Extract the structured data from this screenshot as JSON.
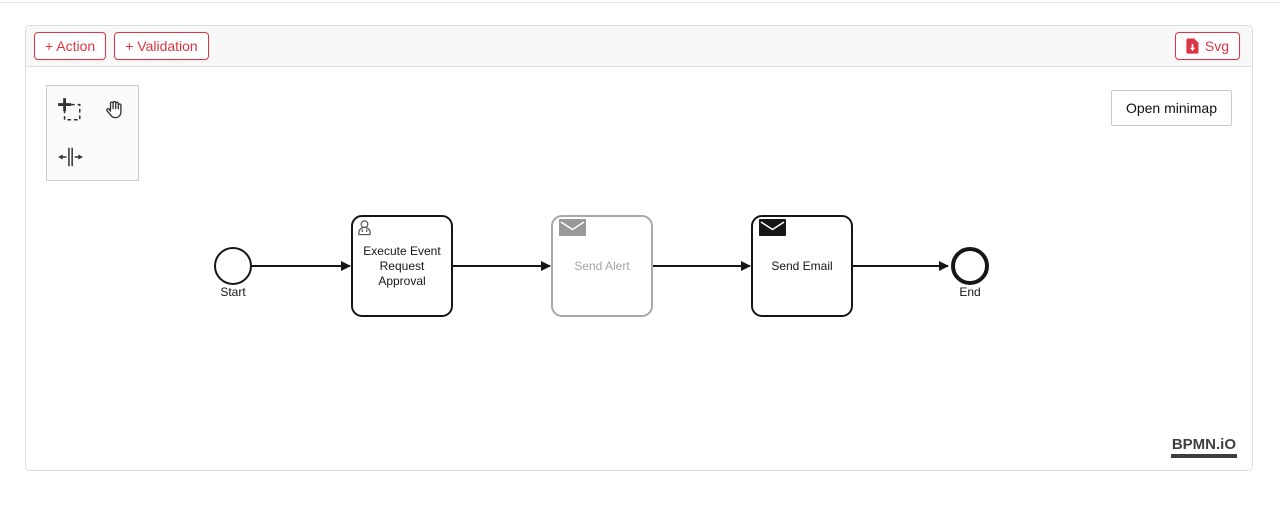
{
  "toolbar": {
    "action_label": "+ Action",
    "validation_label": "+ Validation",
    "export_svg_label": "Svg"
  },
  "palette": {
    "tools": [
      {
        "name": "lasso-tool"
      },
      {
        "name": "hand-tool"
      },
      {
        "name": "space-tool"
      }
    ]
  },
  "canvas": {
    "minimap_button_label": "Open minimap",
    "watermark": "BPMN.iO"
  },
  "diagram": {
    "nodes": [
      {
        "id": "StartEvent",
        "type": "start-event",
        "label": "Start"
      },
      {
        "id": "ExecuteEventRequestApproval",
        "type": "user-task",
        "label": "Execute Event Request Approval",
        "lines": [
          "Execute Event",
          "Request",
          "Approval"
        ],
        "state": "enabled"
      },
      {
        "id": "SendAlert",
        "type": "send-task",
        "label": "Send Alert",
        "state": "disabled"
      },
      {
        "id": "SendEmail",
        "type": "send-task",
        "label": "Send Email",
        "state": "enabled"
      },
      {
        "id": "EndEvent",
        "type": "end-event",
        "label": "End"
      }
    ],
    "flows": [
      {
        "from": "StartEvent",
        "to": "ExecuteEventRequestApproval"
      },
      {
        "from": "ExecuteEventRequestApproval",
        "to": "SendAlert"
      },
      {
        "from": "SendAlert",
        "to": "SendEmail"
      },
      {
        "from": "SendEmail",
        "to": "EndEvent"
      }
    ]
  },
  "colors": {
    "accent_red": "#dc3545",
    "disabled_gray": "#a3a3a3",
    "shape_stroke": "#161616"
  }
}
